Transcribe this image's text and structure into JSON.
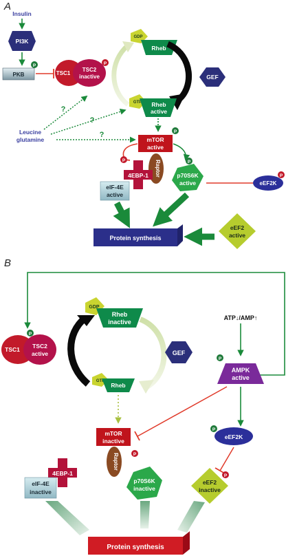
{
  "panel_a": {
    "label": "A",
    "insulin": "Insulin",
    "pi3k": "PI3K",
    "pkb": "PKB",
    "tsc1": "TSC1",
    "tsc2_line1": "TSC2",
    "tsc2_line2": "inactive",
    "gdp": "GDP",
    "rheb": "Rheb",
    "gtp": "GTP",
    "rheb_active_line1": "Rheb",
    "rheb_active_line2": "active",
    "gef": "GEF",
    "question": "?",
    "leucine_line1": "Leucine",
    "leucine_line2": "glutamine",
    "mtor_line1": "mTOR",
    "mtor_line2": "active",
    "raptor": "Raptor",
    "ebp1": "4EBP-1",
    "p70_line1": "p70S6K",
    "p70_line2": "active",
    "eif_line1": "eIF-4E",
    "eif_line2": "active",
    "eef2k": "eEF2K",
    "eef2_line1": "eEF2",
    "eef2_line2": "active",
    "protein": "Protein synthesis",
    "p": "P"
  },
  "panel_b": {
    "label": "B",
    "atp": "ATP↓/AMP↑",
    "tsc1": "TSC1",
    "tsc2_line1": "TSC2",
    "tsc2_line2": "active",
    "gdp": "GDP",
    "rheb_inactive_line1": "Rheb",
    "rheb_inactive_line2": "inactive",
    "gef": "GEF",
    "gtp": "GTP",
    "rheb": "Rheb",
    "ampk_line1": "AMPK",
    "ampk_line2": "active",
    "mtor_line1": "mTOR",
    "mtor_line2": "inactive",
    "raptor": "Raptor",
    "eef2k": "eEF2K",
    "ebp1": "4EBP-1",
    "eif_line1": "eIF-4E",
    "eif_line2": "inactive",
    "p70_line1": "p70S6K",
    "p70_line2": "inactive",
    "eef2_line1": "eEF2",
    "eef2_line2": "inactive",
    "protein": "Protein synthesis",
    "p": "P"
  },
  "colors": {
    "green_arrow": "#1a8a3a",
    "red_inhibit": "#e03a2a",
    "navy": "#2b2f7a",
    "crimson": "#b3123a",
    "mtor_red": "#c0141c"
  }
}
